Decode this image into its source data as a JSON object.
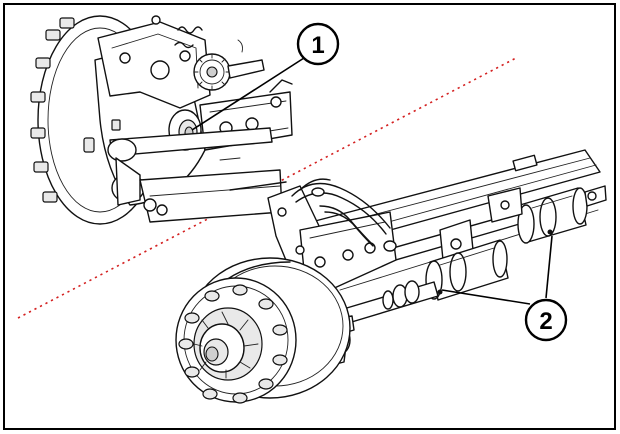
{
  "callouts": [
    {
      "id": "1",
      "label": "1"
    },
    {
      "id": "2",
      "label": "2"
    }
  ],
  "colors": {
    "frame": "#000000",
    "divider": "#d42020",
    "ink": "#111111",
    "background": "#ffffff"
  }
}
